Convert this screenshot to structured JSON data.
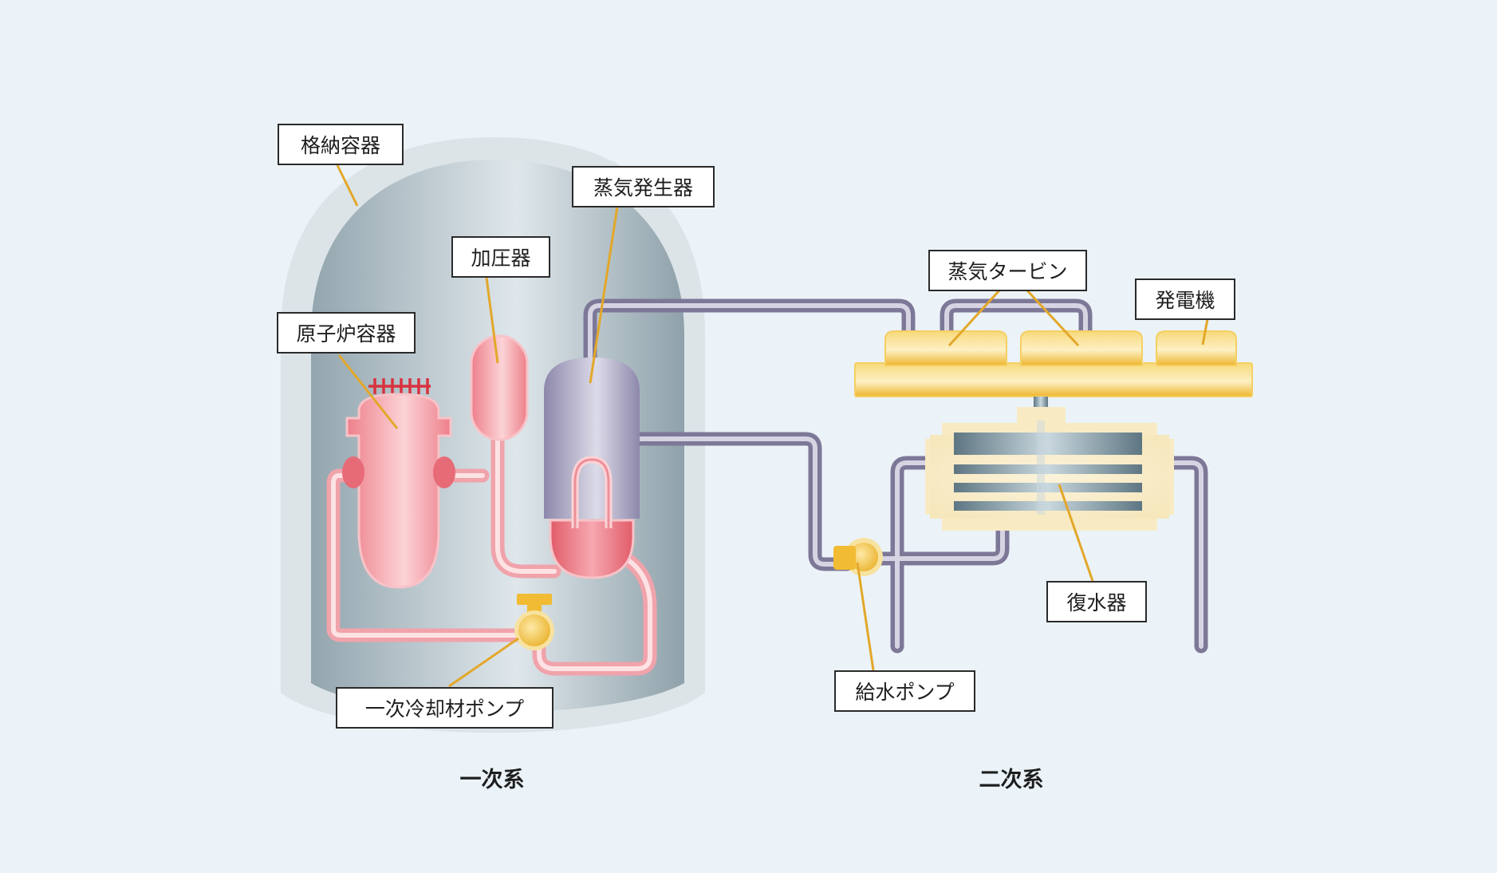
{
  "labels": {
    "containment_vessel": "格納容器",
    "steam_generator": "蒸気発生器",
    "pressurizer": "加圧器",
    "reactor_vessel": "原子炉容器",
    "primary_coolant_pump": "一次冷却材ポンプ",
    "steam_turbine": "蒸気タービン",
    "generator": "発電機",
    "condenser": "復水器",
    "feedwater_pump": "給水ポンプ"
  },
  "systems": {
    "primary": "一次系",
    "secondary": "二次系"
  },
  "colors": {
    "background": "#ebf3f8",
    "containment": "#aebcc3",
    "primary_loop": "#f2a5ad",
    "secondary_loop": "#8e8aa8",
    "equipment_gold": "#f3c54a",
    "leader_line": "#e2a72b"
  }
}
